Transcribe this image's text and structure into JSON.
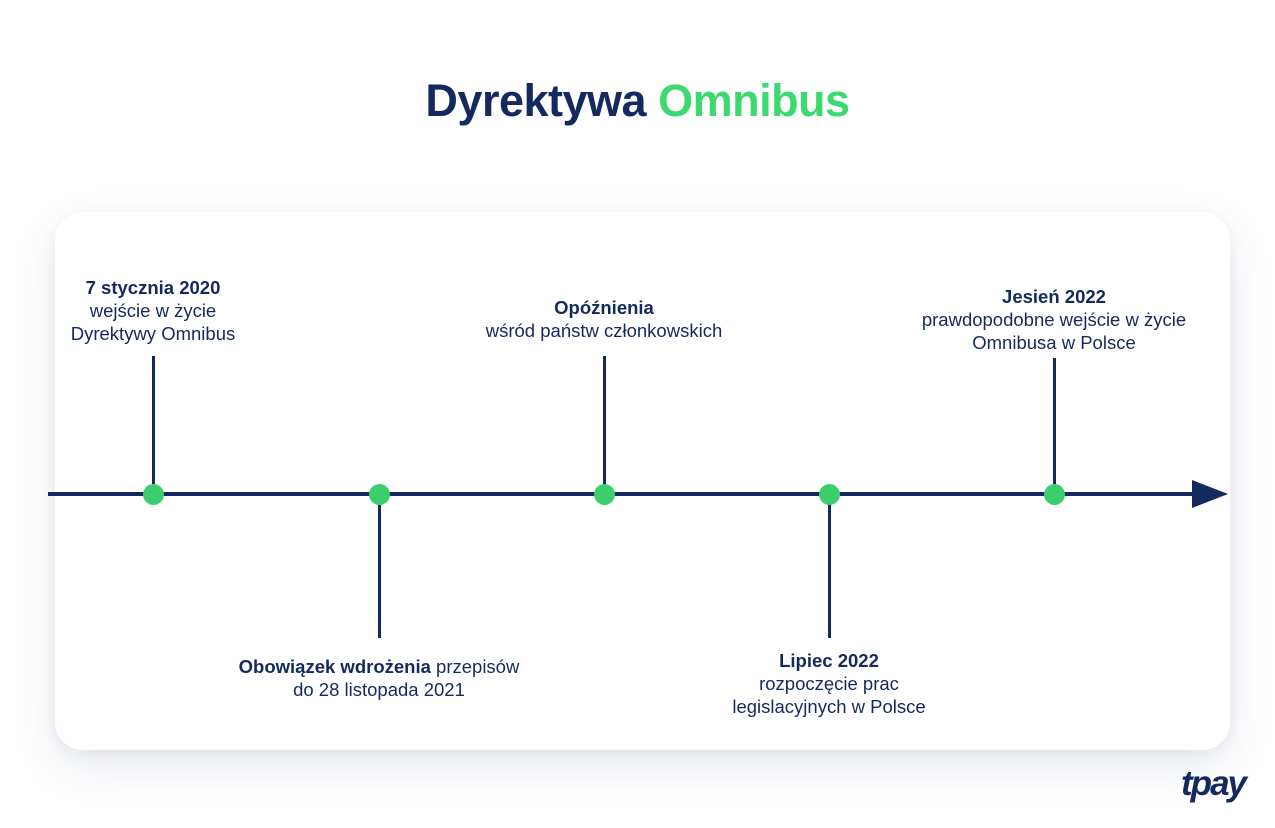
{
  "title": {
    "part1": "Dyrektywa",
    "part2": "Omnibus"
  },
  "colors": {
    "navy": "#14295E",
    "green": "#3CD96F",
    "card_background": "#FFFFFF",
    "page_background": "#FFFFFF"
  },
  "timeline": {
    "direction": "left-to-right",
    "events": [
      {
        "heading": "7 stycznia 2020",
        "lines": [
          "wejście w życie",
          "Dyrektywy Omnibus"
        ],
        "position": "above"
      },
      {
        "heading": "Obowiązek wdrożenia",
        "heading_suffix": " przepisów",
        "lines": [
          "do 28 listopada 2021"
        ],
        "position": "below"
      },
      {
        "heading": "Opóźnienia",
        "lines": [
          "wśród państw członkowskich"
        ],
        "position": "above"
      },
      {
        "heading": "Lipiec 2022",
        "lines": [
          "rozpoczęcie prac",
          "legislacyjnych w Polsce"
        ],
        "position": "below"
      },
      {
        "heading": "Jesień 2022",
        "lines": [
          "prawdopodobne wejście w życie",
          "Omnibusa w Polsce"
        ],
        "position": "above"
      }
    ]
  },
  "logo": {
    "text": "tpay"
  }
}
